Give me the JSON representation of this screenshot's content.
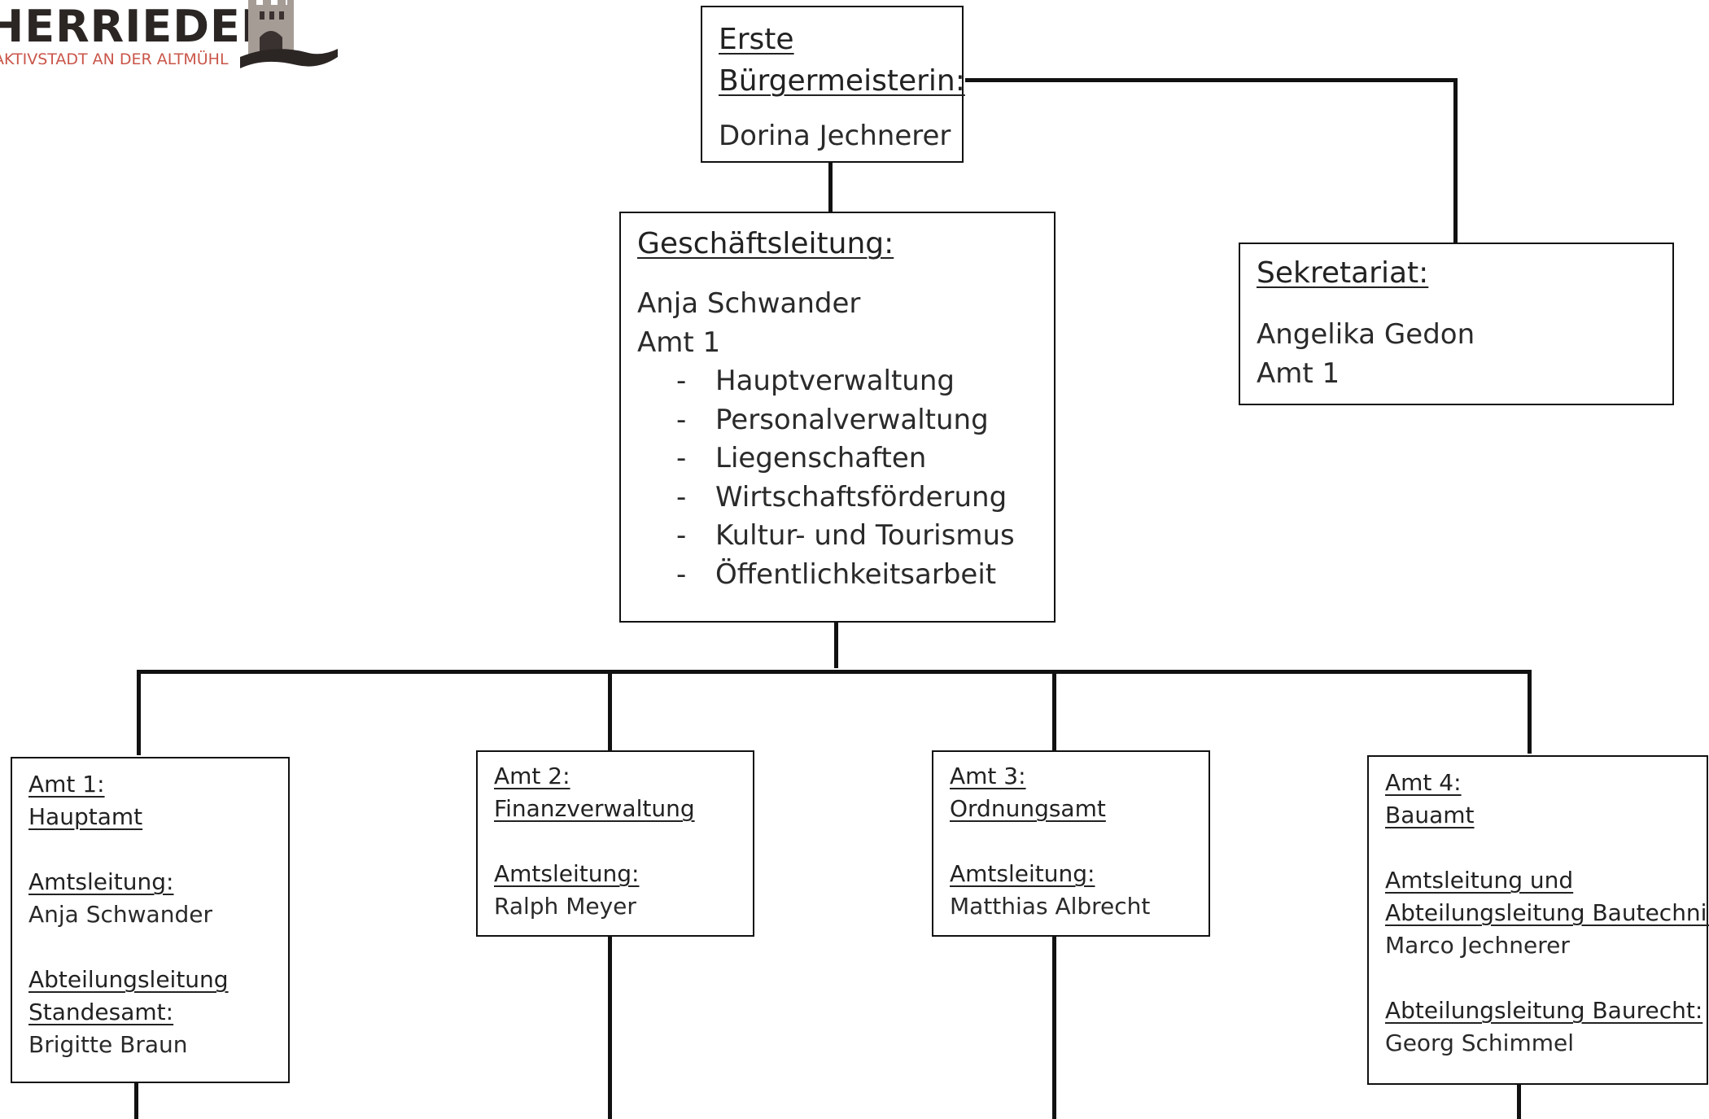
{
  "logo": {
    "title": "HERRIEDEN",
    "subtitle": "AKTIVSTADT AN DER ALTMÜHL",
    "emblem": "tower-on-river-emblem",
    "title_color": "#2b2624",
    "subtitle_color": "#c9564a"
  },
  "mayor": {
    "title_line1": "Erste",
    "title_line2": "Bürgermeisterin:",
    "name": "Dorina Jechnerer"
  },
  "management": {
    "title": "Geschäftsleitung:",
    "name": "Anja Schwander",
    "office": "Amt 1",
    "duties": [
      "Hauptverwaltung",
      "Personalverwaltung",
      "Liegenschaften",
      "Wirtschaftsförderung",
      "Kultur- und Tourismus",
      "Öffentlichkeitsarbeit"
    ]
  },
  "secretariat": {
    "title": "Sekretariat:",
    "name": "Angelika Gedon",
    "office": "Amt 1"
  },
  "offices": [
    {
      "number": "Amt 1:",
      "name": "Hauptamt",
      "roles": [
        {
          "label_lines": [
            "Amtsleitung:"
          ],
          "person": "Anja Schwander"
        },
        {
          "label_lines": [
            "Abteilungsleitung",
            "Standesamt:"
          ],
          "person": "Brigitte Braun"
        }
      ]
    },
    {
      "number": "Amt 2:",
      "name": "Finanzverwaltung",
      "roles": [
        {
          "label_lines": [
            "Amtsleitung:"
          ],
          "person": "Ralph Meyer"
        }
      ]
    },
    {
      "number": "Amt 3:",
      "name": "Ordnungsamt",
      "roles": [
        {
          "label_lines": [
            "Amtsleitung:"
          ],
          "person": "Matthias Albrecht"
        }
      ]
    },
    {
      "number": "Amt 4:",
      "name": "Bauamt",
      "roles": [
        {
          "label_lines": [
            "Amtsleitung und",
            "Abteilungsleitung Bautechnik:"
          ],
          "person": "Marco Jechnerer"
        },
        {
          "label_lines": [
            "Abteilungsleitung Baurecht:"
          ],
          "person": "Georg Schimmel"
        }
      ]
    }
  ]
}
